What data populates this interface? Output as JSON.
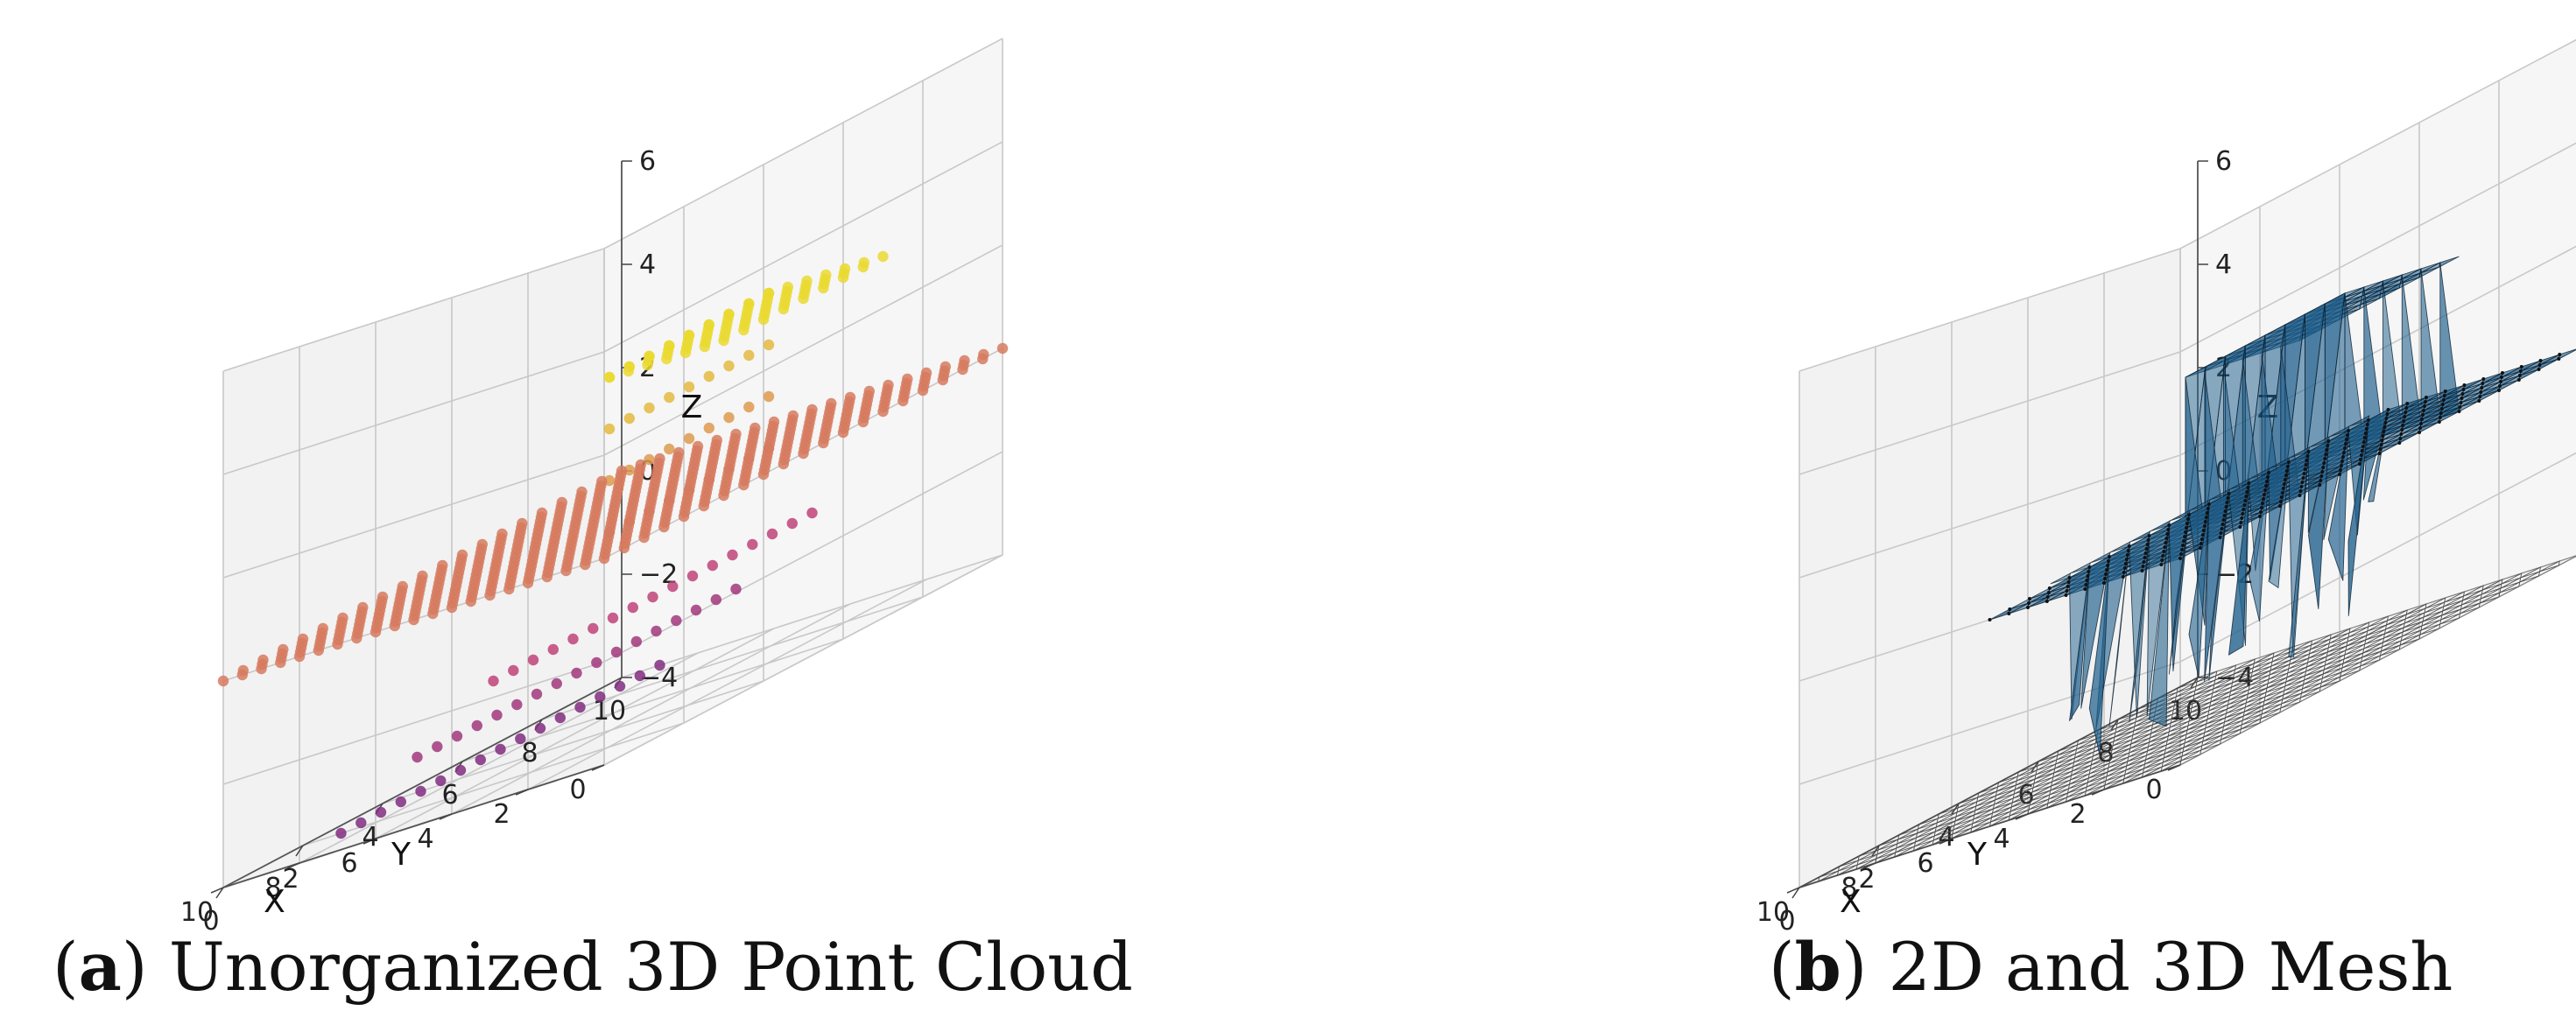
{
  "captions": {
    "a_letter": "a",
    "a_text": " Unorganized 3D Point Cloud",
    "b_letter": "b",
    "b_text": " 2D and 3D Mesh"
  },
  "colors": {
    "pane_fill": "#f2f2f2",
    "grid": "#c8c8c8",
    "mesh_surface": "#1f5f8c",
    "mesh_edge": "#0b2233",
    "base_mesh": "#444444",
    "plasma_low": "#1b0a8c",
    "plasma_mid": "#cc4778",
    "plasma_high": "#f0f921"
  },
  "chart_data": [
    {
      "id": "a",
      "type": "scatter3d",
      "xlabel": "X",
      "ylabel": "Y",
      "zlabel": "Z",
      "xlim": [
        0,
        10
      ],
      "ylim": [
        0,
        10
      ],
      "zlim": [
        -4,
        6
      ],
      "xticks": [
        "0",
        "2",
        "4",
        "6",
        "8",
        "10"
      ],
      "yticks": [
        "0",
        "2",
        "4",
        "6",
        "8",
        "10"
      ],
      "zticks": [
        "−4",
        "−2",
        "0",
        "2",
        "4",
        "6"
      ],
      "grid": true,
      "colormap": "plasma",
      "point_groups": [
        {
          "shape": "plane",
          "x_range": [
            0,
            10
          ],
          "y_range": [
            0,
            10
          ],
          "step": 0.5,
          "z": 0
        },
        {
          "shape": "plane",
          "x_range": [
            0,
            3
          ],
          "y_range": [
            3,
            7
          ],
          "step": 0.5,
          "z": 3
        },
        {
          "shape": "wall",
          "x": 3,
          "y_range": [
            3,
            7
          ],
          "step": 0.5,
          "z_range": [
            0,
            3
          ]
        },
        {
          "shape": "line",
          "x": 5,
          "y_range": [
            2,
            10
          ],
          "step": 0.5,
          "z": -2
        },
        {
          "shape": "line",
          "x": 7,
          "y_range": [
            2,
            10
          ],
          "step": 0.5,
          "z": -3
        },
        {
          "shape": "line",
          "x": 9,
          "y_range": [
            2,
            10
          ],
          "step": 0.5,
          "z": -4
        }
      ]
    },
    {
      "id": "b",
      "type": "trisurf3d",
      "xlabel": "X",
      "ylabel": "Y",
      "zlabel": "Z",
      "xlim": [
        0,
        10
      ],
      "ylim": [
        0,
        10
      ],
      "zlim": [
        -4,
        6
      ],
      "xticks": [
        "0",
        "2",
        "4",
        "6",
        "8",
        "10"
      ],
      "yticks": [
        "0",
        "2",
        "4",
        "6",
        "8",
        "10"
      ],
      "zticks": [
        "−4",
        "−2",
        "0",
        "2",
        "4",
        "6"
      ],
      "grid": true,
      "surface_regions": [
        {
          "shape": "plane",
          "x_range": [
            0,
            10
          ],
          "y_range": [
            0,
            10
          ],
          "z": 0
        },
        {
          "shape": "raised_block",
          "x_range": [
            0,
            3
          ],
          "y_range": [
            3,
            7
          ],
          "z": 3
        },
        {
          "shape": "drop_wall",
          "x": 5,
          "y_range": [
            2,
            10
          ],
          "z_range": [
            -4,
            0
          ]
        }
      ],
      "base_mesh": {
        "x_range": [
          0,
          10
        ],
        "y_range": [
          0,
          10
        ],
        "z": -4
      }
    }
  ]
}
